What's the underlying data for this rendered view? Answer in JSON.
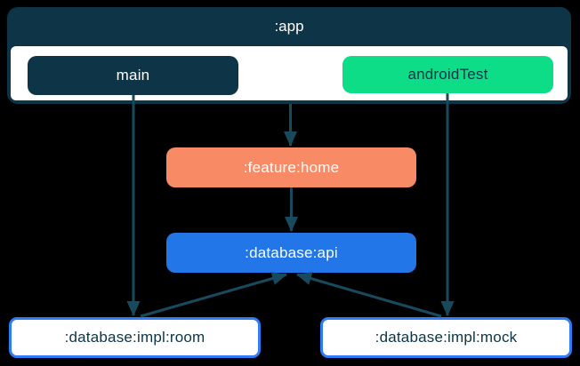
{
  "app_container": {
    "label": ":app",
    "source_sets": [
      {
        "id": "main",
        "label": "main",
        "color": "#0D3547",
        "text_color": "#FFFFFF"
      },
      {
        "id": "androidTest",
        "label": "androidTest",
        "color": "#0EDD88",
        "text_color": "#0D3547"
      }
    ]
  },
  "modules": [
    {
      "id": "feature-home",
      "label": ":feature:home",
      "color": "#F98A66",
      "text_color": "#FFFFFF"
    },
    {
      "id": "database-api",
      "label": ":database:api",
      "color": "#2276E8",
      "text_color": "#FFFFFF"
    },
    {
      "id": "database-impl-room",
      "label": ":database:impl:room",
      "color": "#FFFFFF",
      "border_color": "#2E7CF6",
      "text_color": "#0D3547"
    },
    {
      "id": "database-impl-mock",
      "label": ":database:impl:mock",
      "color": "#FFFFFF",
      "border_color": "#2E7CF6",
      "text_color": "#0D3547"
    }
  ],
  "edges": [
    {
      "from": ":app",
      "to": ":feature:home"
    },
    {
      "from": ":feature:home",
      "to": ":database:api"
    },
    {
      "from": "main",
      "to": ":database:impl:room"
    },
    {
      "from": "androidTest",
      "to": ":database:impl:mock"
    },
    {
      "from": ":database:impl:room",
      "to": ":database:api"
    },
    {
      "from": ":database:impl:mock",
      "to": ":database:api"
    }
  ],
  "colors": {
    "background": "#000000",
    "navy": "#0D3547",
    "green": "#0EDD88",
    "coral": "#F98A66",
    "blue": "#2276E8",
    "outline_blue": "#2E7CF6",
    "arrow": "#184A5E",
    "container_body": "#FFFFFF"
  }
}
